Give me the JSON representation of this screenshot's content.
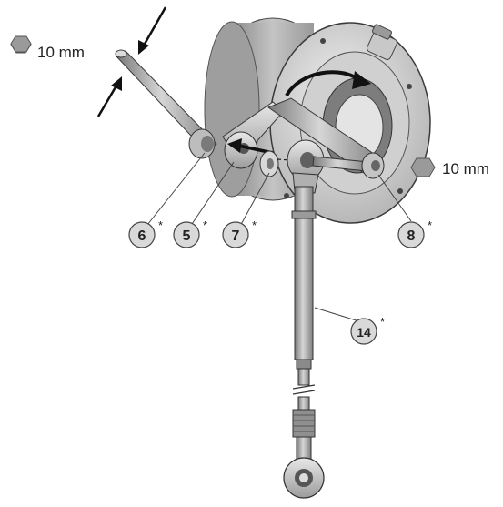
{
  "wrench_labels": [
    {
      "id": "wrench-left",
      "text": "10 mm",
      "icon": "hex-nut-icon"
    },
    {
      "id": "wrench-right",
      "text": "10 mm",
      "icon": "hex-nut-icon"
    }
  ],
  "callouts": [
    {
      "id": "6",
      "label": "6",
      "star": "*"
    },
    {
      "id": "5",
      "label": "5",
      "star": "*"
    },
    {
      "id": "7",
      "label": "7",
      "star": "*"
    },
    {
      "id": "8",
      "label": "8",
      "star": "*"
    },
    {
      "id": "14",
      "label": "14",
      "star": "*"
    }
  ],
  "colors": {
    "metal_light": "#e6e6e6",
    "metal_mid": "#b5b5b5",
    "metal_dark": "#6e6e6e",
    "outline": "#3a3a3a",
    "callout_fill": "#d9d9d9",
    "hex_fill": "#9a9a9a"
  }
}
